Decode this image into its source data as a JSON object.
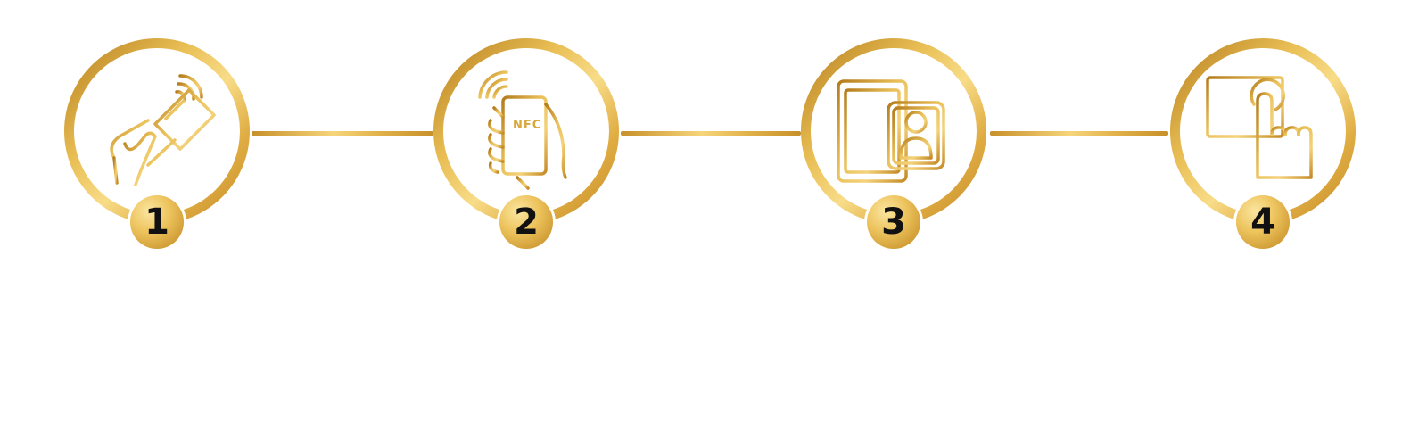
{
  "colors": {
    "gold_dark": "#b47b1c",
    "gold_light": "#f8dc88",
    "badge_text": "#111111",
    "background": "#ffffff"
  },
  "steps": [
    {
      "number": "1",
      "icon": "contactless-card-tap-icon"
    },
    {
      "number": "2",
      "icon": "nfc-phone-icon",
      "icon_text": "NFC"
    },
    {
      "number": "3",
      "icon": "id-profile-tablet-icon"
    },
    {
      "number": "4",
      "icon": "touch-document-icon"
    }
  ]
}
